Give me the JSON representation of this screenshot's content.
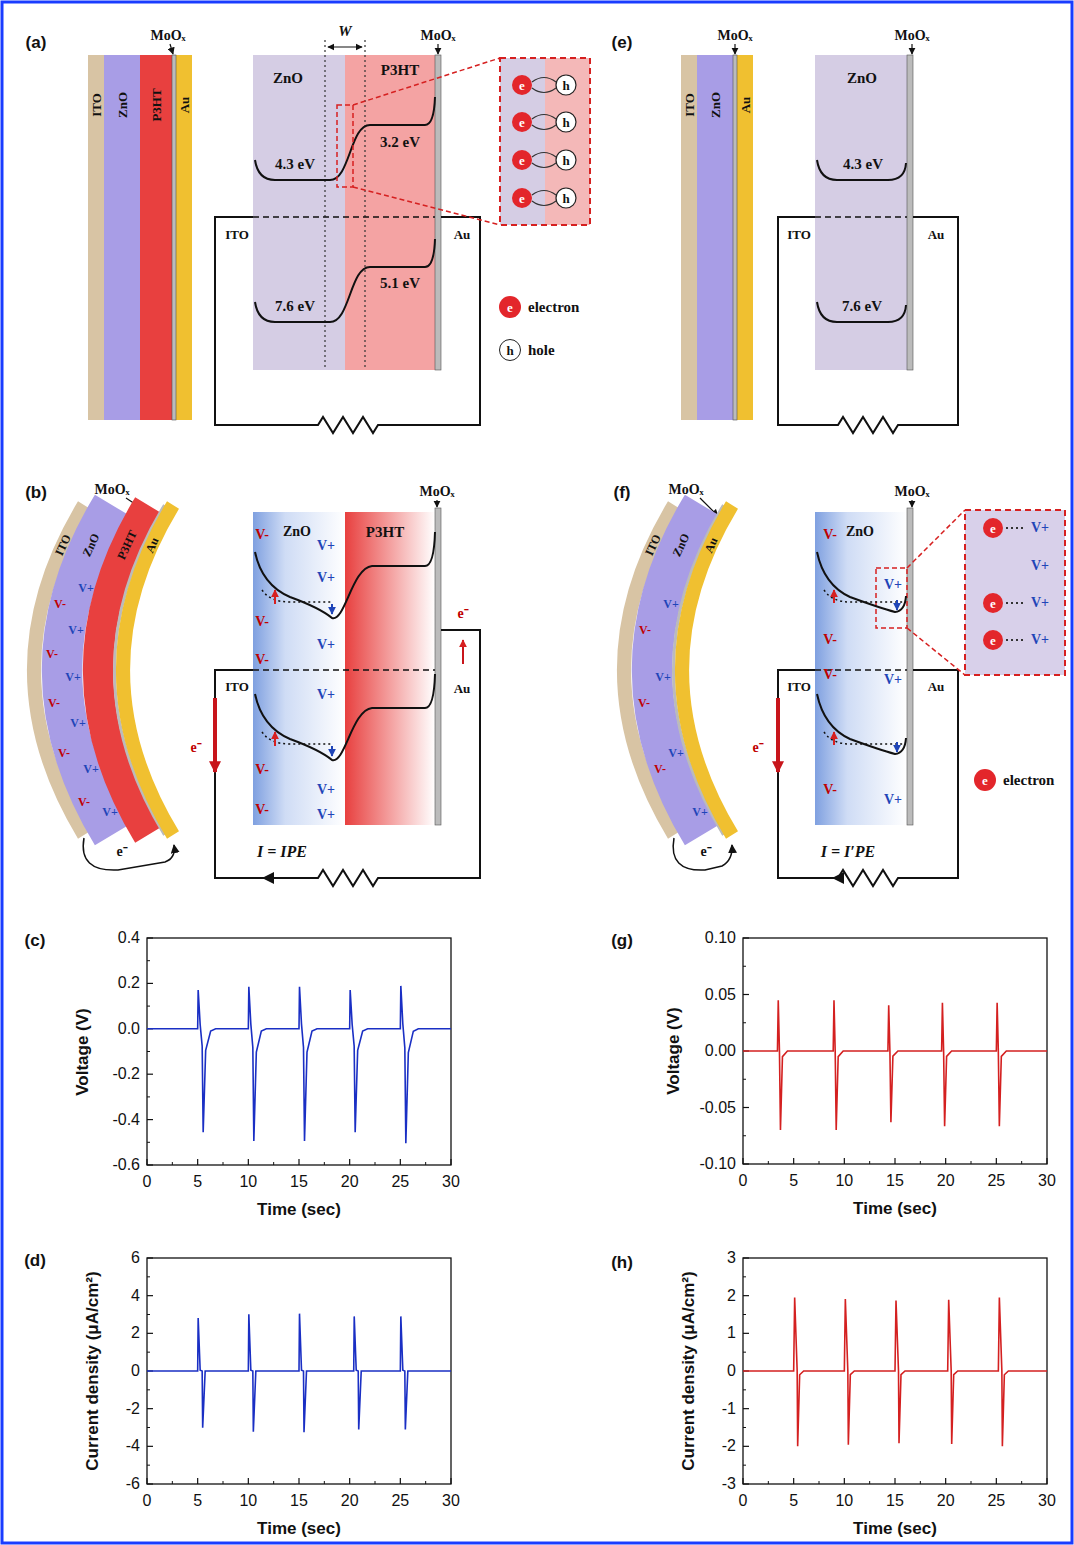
{
  "diagram": {
    "nodes": [
      {
        "text": [
          "ITO"
        ]
      },
      {
        "text": [
          "ZnO"
        ]
      },
      {
        "text": [
          "P3HT"
        ]
      },
      {
        "text": [
          "Au"
        ]
      },
      {
        "text": [
          "ZnO",
          "4.3 eV",
          "7.6 eV"
        ]
      },
      {
        "text": [
          "P3HT",
          "3.2 eV",
          "5.1 eV"
        ]
      },
      {
        "text": []
      },
      {
        "text": [
          "e"
        ],
        "in": 6
      },
      {
        "text": [
          "h"
        ],
        "in": 6
      },
      {
        "text": [
          "e"
        ],
        "in": 6
      },
      {
        "text": [
          "h"
        ],
        "in": 6
      },
      {
        "text": [
          "e"
        ],
        "in": 6
      },
      {
        "text": [
          "h"
        ],
        "in": 6
      },
      {
        "text": [
          "e"
        ],
        "in": 6
      },
      {
        "text": [
          "h"
        ],
        "in": 6
      },
      {
        "text": [
          "ITO"
        ]
      },
      {
        "text": [
          "ZnO"
        ]
      },
      {
        "text": [
          "Au"
        ]
      },
      {
        "text": [
          "ZnO",
          "4.3 eV",
          "7.6 eV"
        ]
      },
      {
        "text": [
          "ZnO",
          "V-",
          "V-",
          "V-",
          "V-",
          "V-",
          "V+",
          "V+",
          "V+",
          "V+",
          "V+",
          "V+"
        ]
      },
      {
        "text": [
          "P3HT"
        ]
      },
      {
        "text": [
          "ZnO",
          "V-",
          "V-",
          "V-",
          "V-",
          "V+",
          "V+",
          "V+"
        ]
      },
      {
        "text": [
          "V+",
          "V+",
          "V+",
          "V+"
        ]
      },
      {
        "text": [
          "e"
        ],
        "in": 22
      },
      {
        "text": [
          "e"
        ],
        "in": 22
      },
      {
        "text": [
          "e"
        ],
        "in": 22
      }
    ],
    "labels": [
      "(a)",
      "MoOₓ",
      "W",
      "MoOₓ",
      "ITO",
      "Au",
      "e",
      "h",
      "(e)",
      "MoOₓ",
      "MoOₓ",
      "ITO",
      "Au",
      "(b)",
      "MoOₓ",
      "ITO",
      "ZnO",
      "P3HT",
      "Au",
      "V-",
      "V-",
      "V-",
      "V-",
      "V-",
      "V+",
      "V+",
      "V+",
      "V+",
      "V+",
      "V+",
      "e⁻",
      "MoOₓ",
      "e⁻",
      "ITO",
      "Au",
      "e⁻",
      "I = IPE",
      "(f)",
      "MoOₓ",
      "ITO",
      "ZnO",
      "Au",
      "V-",
      "V-",
      "V-",
      "V+",
      "V+",
      "V+",
      "V+",
      "e⁻",
      "MoOₓ",
      "ITO",
      "Au",
      "e⁻",
      "I = I′PE",
      "e",
      "(c)",
      "Voltage (V)",
      "Time (sec)",
      "0.4",
      "0.2",
      "0.0",
      "-0.2",
      "-0.4",
      "-0.6",
      "0",
      "5",
      "10",
      "15",
      "20",
      "25",
      "30",
      "(d)",
      "Current density (μA/cm²)",
      "Time (sec)",
      "6",
      "4",
      "2",
      "0",
      "-2",
      "-4",
      "-6",
      "0",
      "5",
      "10",
      "15",
      "20",
      "25",
      "30",
      "(g)",
      "Voltage (V)",
      "Time (sec)",
      "0.10",
      "0.05",
      "0.00",
      "-0.05",
      "-0.10",
      "0",
      "5",
      "10",
      "15",
      "20",
      "25",
      "30",
      "(h)",
      "Current density (μA/cm²)",
      "Time (sec)",
      "3",
      "2",
      "1",
      "0",
      "-1",
      "-2",
      "-3",
      "0",
      "5",
      "10",
      "15",
      "20",
      "25",
      "30"
    ],
    "legend": [
      {
        "text": "electron",
        "color": "#e3262b"
      },
      {
        "text": "hole"
      },
      {
        "text": "electron",
        "color": "#e3262b"
      }
    ]
  }
}
